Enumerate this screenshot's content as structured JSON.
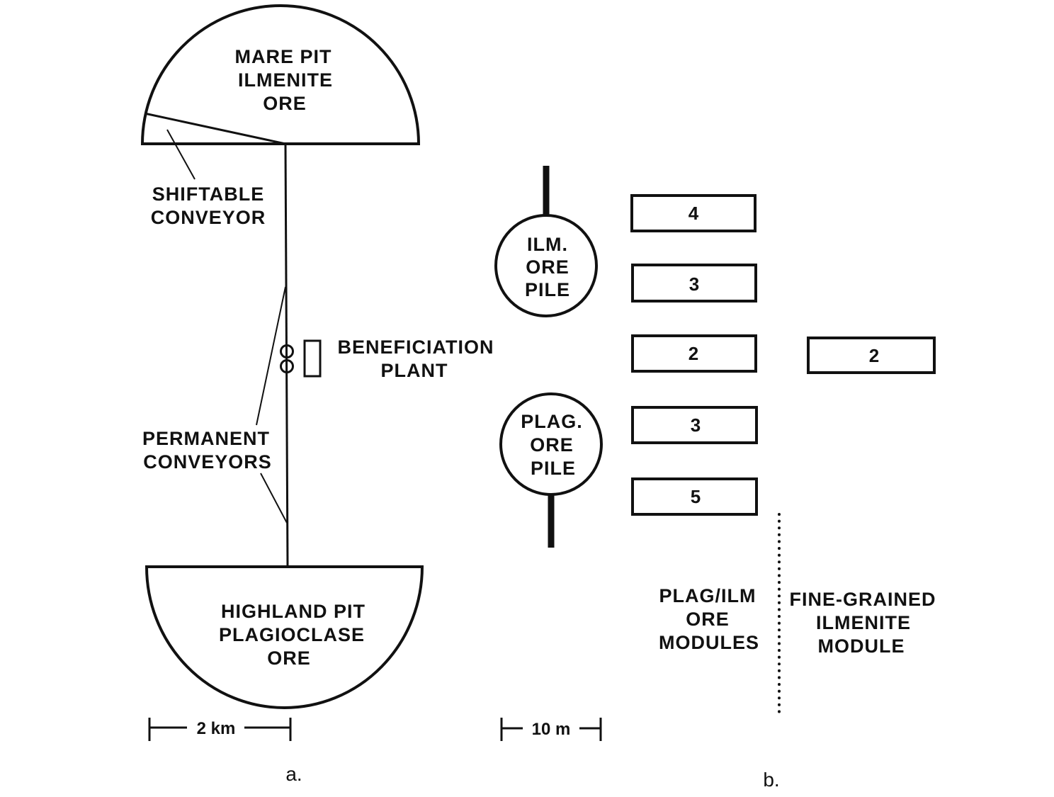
{
  "panel_a": {
    "mare_pit": [
      "MARE PIT",
      "ILMENITE",
      "ORE"
    ],
    "shiftable_conveyor": [
      "SHIFTABLE",
      "CONVEYOR"
    ],
    "beneficiation_plant": [
      "BENEFICIATION",
      "PLANT"
    ],
    "permanent_conveyors": [
      "PERMANENT",
      "CONVEYORS"
    ],
    "highland_pit": [
      "HIGHLAND PIT",
      "PLAGIOCLASE",
      "ORE"
    ],
    "scale_label": "2 km",
    "panel_label": "a."
  },
  "panel_b": {
    "ilm_pile": [
      "ILM.",
      "ORE",
      "PILE"
    ],
    "plag_pile": [
      "PLAG.",
      "ORE",
      "PILE"
    ],
    "modules_left": [
      "4",
      "3",
      "2",
      "3",
      "5"
    ],
    "module_right": "2",
    "plag_ilm_label": [
      "PLAG/ILM",
      "ORE",
      "MODULES"
    ],
    "fine_grained_label": [
      "FINE-GRAINED",
      "ILMENITE",
      "MODULE"
    ],
    "scale_label": "10 m",
    "panel_label": "b."
  }
}
